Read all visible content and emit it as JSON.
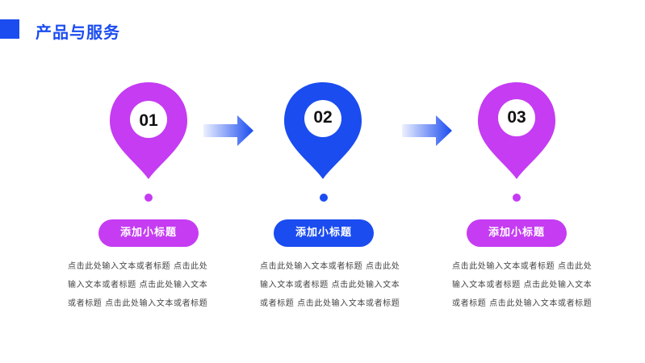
{
  "header": {
    "title": "产品与服务"
  },
  "colors": {
    "brand_blue": "#1a4cf0",
    "purple": "#c53cf2",
    "white": "#ffffff"
  },
  "steps": [
    {
      "number": "01",
      "color": "#c53cf2",
      "subtitle": "添加小标题",
      "description": "点击此处输入文本或者标题 点击此处输入文本或者标题 点击此处输入文本或者标题 点击此处输入文本或者标题"
    },
    {
      "number": "02",
      "color": "#1a4cf0",
      "subtitle": "添加小标题",
      "description": "点击此处输入文本或者标题 点击此处输入文本或者标题 点击此处输入文本或者标题 点击此处输入文本或者标题"
    },
    {
      "number": "03",
      "color": "#c53cf2",
      "subtitle": "添加小标题",
      "description": "点击此处输入文本或者标题 点击此处输入文本或者标题 点击此处输入文本或者标题 点击此处输入文本或者标题"
    }
  ],
  "icons": {
    "pin": "map-pin-icon",
    "arrow": "arrow-right-icon"
  }
}
